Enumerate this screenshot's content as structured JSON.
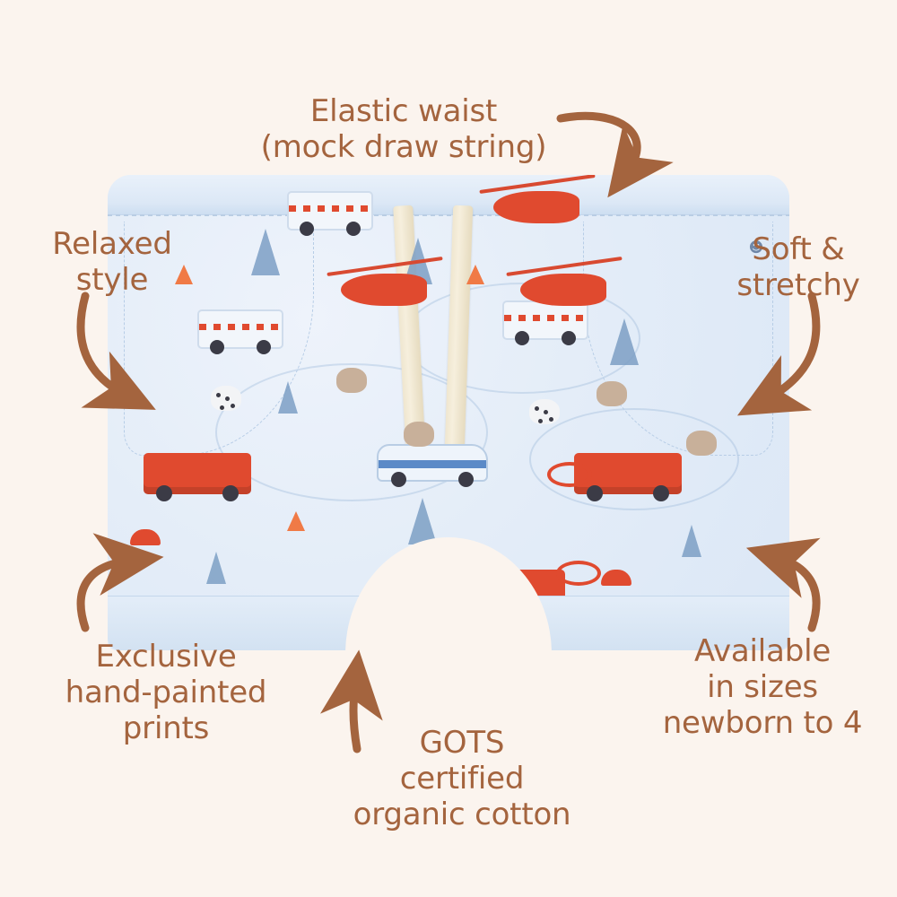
{
  "page": {
    "background_color": "#fbf4ee",
    "annotation_color": "#a4643e",
    "arrow_color": "#a4643e"
  },
  "product": {
    "name": "baby-shorts",
    "print_theme": "fire truck rescue",
    "base_color": "#e1ebf7",
    "accent_color": "#e04a2f",
    "drawstring_color": "#f0e7d0",
    "motif_labels": [
      "fire-truck",
      "ambulance",
      "police-car",
      "helicopter",
      "pine-tree",
      "traffic-cone",
      "fire-helmet",
      "dalmatian-puppy",
      "dachshund-puppy",
      "fire-hose"
    ]
  },
  "annotations": [
    {
      "id": "elastic-waist",
      "text": "Elastic waist\n(mock draw string)",
      "align": "center"
    },
    {
      "id": "relaxed-style",
      "text": "Relaxed\nstyle",
      "align": "center"
    },
    {
      "id": "soft-stretchy",
      "text": "Soft &\nstretchy",
      "align": "center"
    },
    {
      "id": "exclusive-prints",
      "text": "Exclusive\nhand-painted\nprints",
      "align": "center"
    },
    {
      "id": "gots",
      "text": "GOTS\ncertified\norganic cotton",
      "align": "center"
    },
    {
      "id": "sizes",
      "text": "Available\nin sizes\nnewborn to 4",
      "align": "center"
    }
  ]
}
